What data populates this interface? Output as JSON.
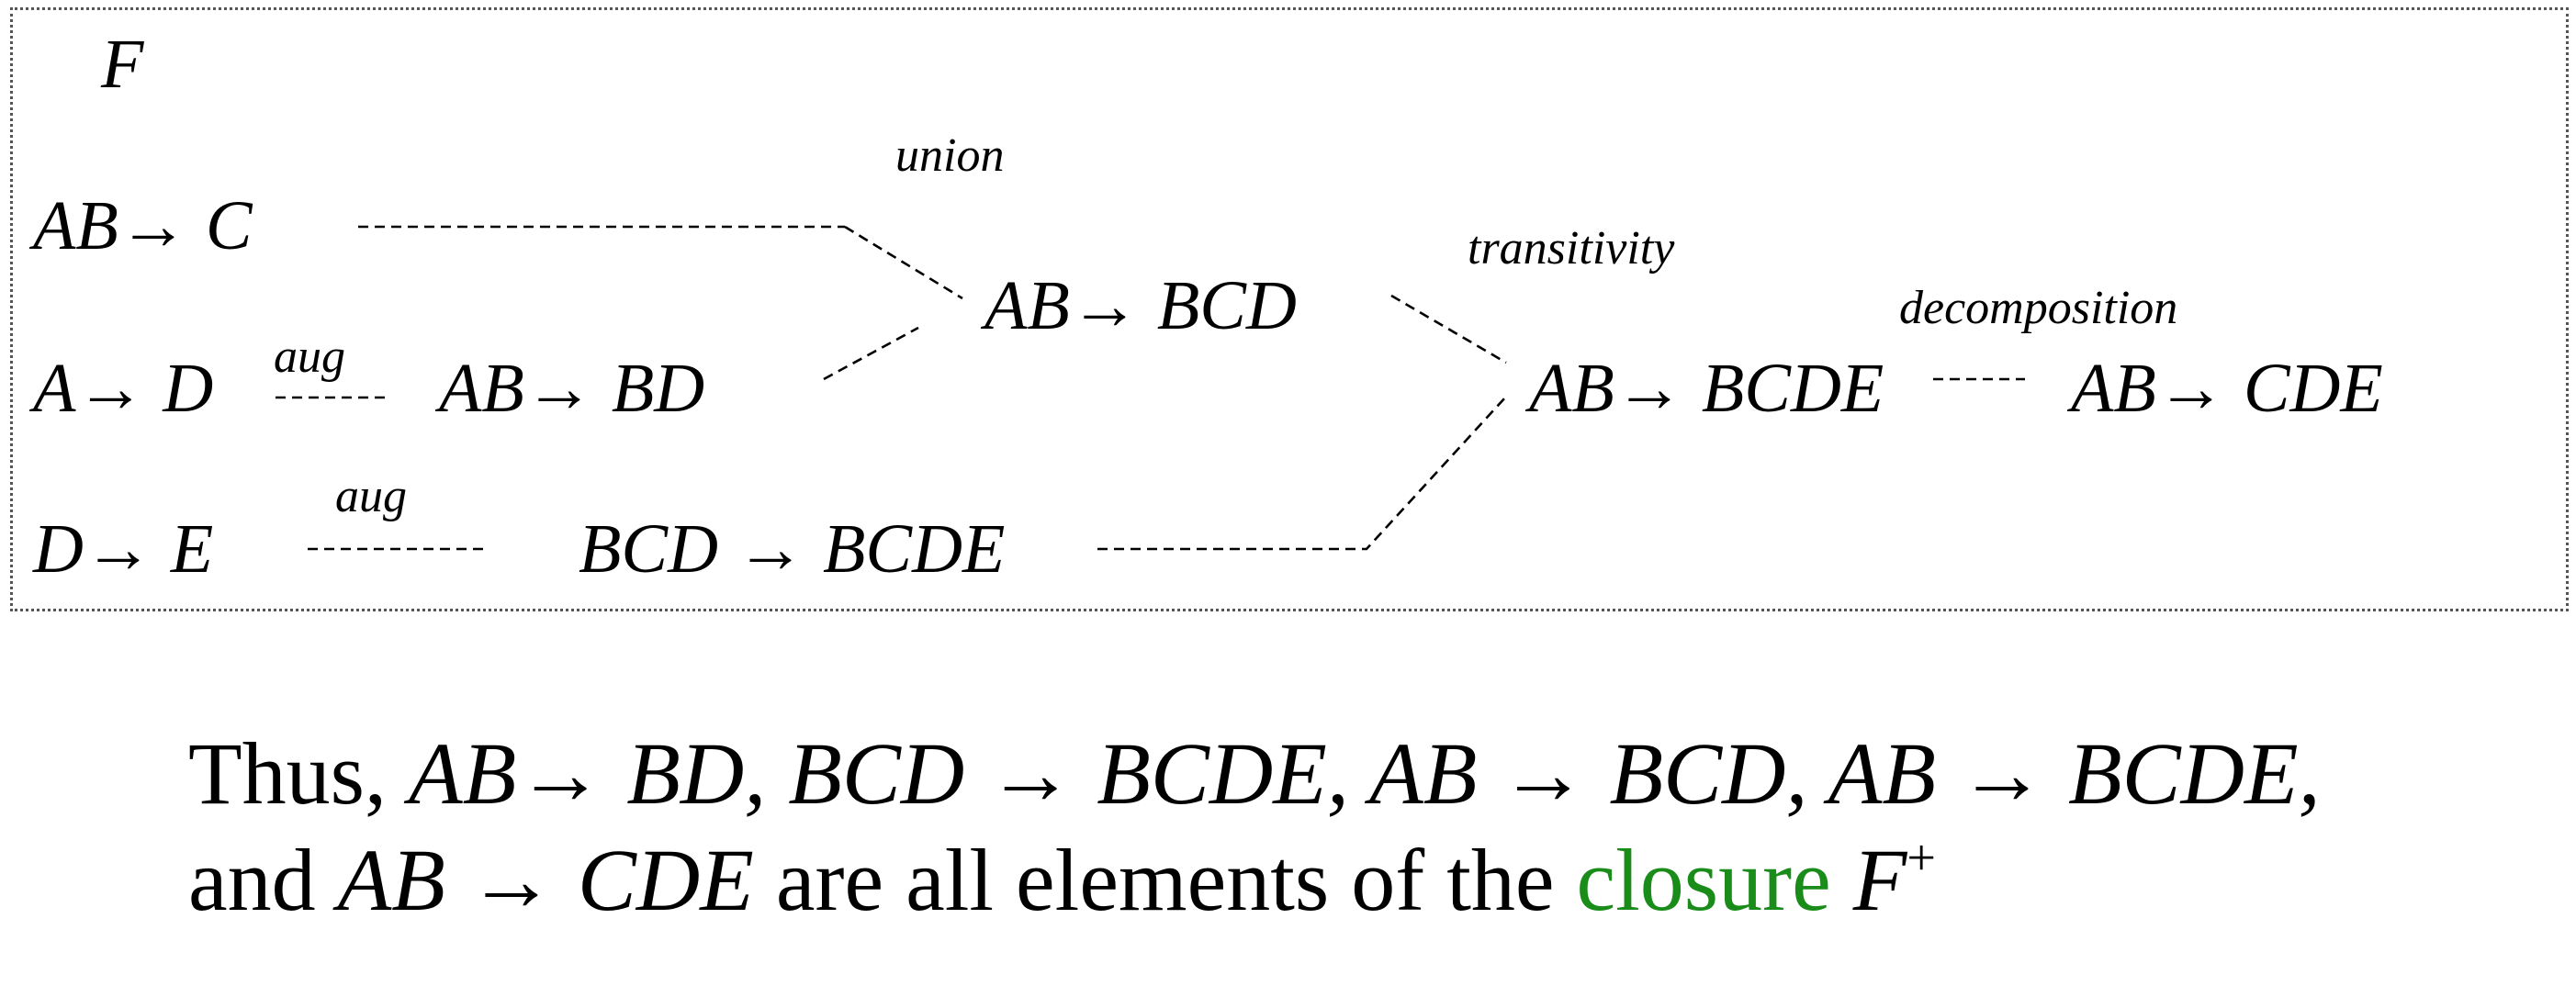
{
  "diagram": {
    "set_label": "F",
    "nodes": {
      "fd_ab_c": "AB→ C",
      "fd_a_d": "A→ D",
      "fd_d_e": "D→ E",
      "fd_ab_bd": "AB→ BD",
      "fd_bcd_bcde": "BCD → BCDE",
      "fd_ab_bcd": "AB→ BCD",
      "fd_ab_bcde": "AB→ BCDE",
      "fd_ab_cde": "AB→ CDE"
    },
    "rules": {
      "aug_1": "aug",
      "aug_2": "aug",
      "union": "union",
      "transitivity": "transitivity",
      "decomposition": "decomposition"
    }
  },
  "conclusion": {
    "line1": {
      "lead": "Thus, ",
      "items": "AB→ BD, BCD → BCDE, AB → BCD, AB → BCDE,"
    },
    "line2": {
      "lead": "and ",
      "item": "AB → CDE",
      "middle": " are all elements of the ",
      "highlight": "closure",
      "symbol": "F",
      "superscript": "+"
    },
    "highlight_color": "#1a8c1a"
  }
}
